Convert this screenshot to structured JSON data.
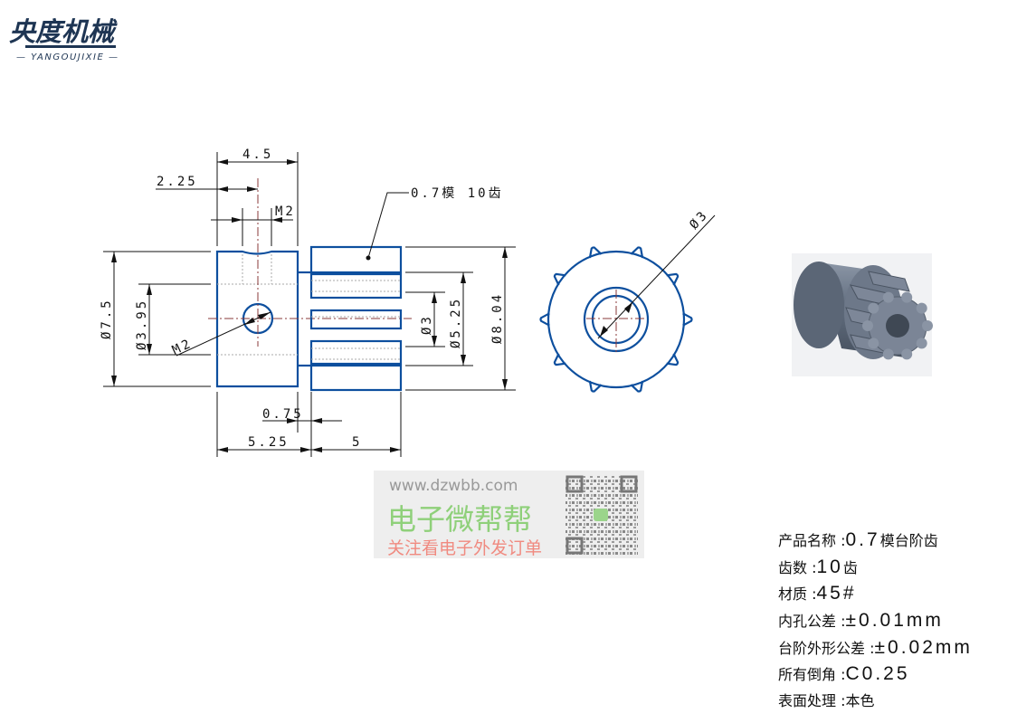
{
  "logo": {
    "cn": "央度机械",
    "en": "— YANGOUJIXIE —"
  },
  "colors": {
    "part": "#0d4f9e",
    "logo": "#1e3553",
    "watermark_green": "#8fd07a",
    "watermark_red": "#f08a80"
  },
  "dimensions": {
    "width_hub": "4.5",
    "hole_offset": "2.25",
    "thread_top": "M2",
    "hub_diameter": "Ø7.5",
    "hole_pattern_diameter": "Ø3.95",
    "thread_side": "M2",
    "gear_note": "0.7模 10齿",
    "bore": "Ø3",
    "root_diameter": "Ø5.25",
    "tip_diameter": "Ø8.04",
    "gap": "0.75",
    "hub_length": "5.25",
    "gear_length": "5",
    "front_bore": "Ø3"
  },
  "watermark": {
    "url": "www.dzwbb.com",
    "brand": "电子微帮帮",
    "slogan": "关注看电子外发订单"
  },
  "specs": [
    {
      "label": "产品名称 :",
      "value": "0.7",
      "suffix": "模台阶齿"
    },
    {
      "label": "齿数 :",
      "value": "10",
      "suffix": "齿"
    },
    {
      "label": "材质 :",
      "value": "45#",
      "suffix": ""
    },
    {
      "label": "内孔公差 :",
      "value": "±0.01mm",
      "suffix": ""
    },
    {
      "label": "台阶外形公差 :",
      "value": "±0.02mm",
      "suffix": ""
    },
    {
      "label": "所有倒角 :",
      "value": "C0.25",
      "suffix": ""
    },
    {
      "label": "表面处理 :",
      "value": "",
      "suffix": "本色"
    }
  ]
}
